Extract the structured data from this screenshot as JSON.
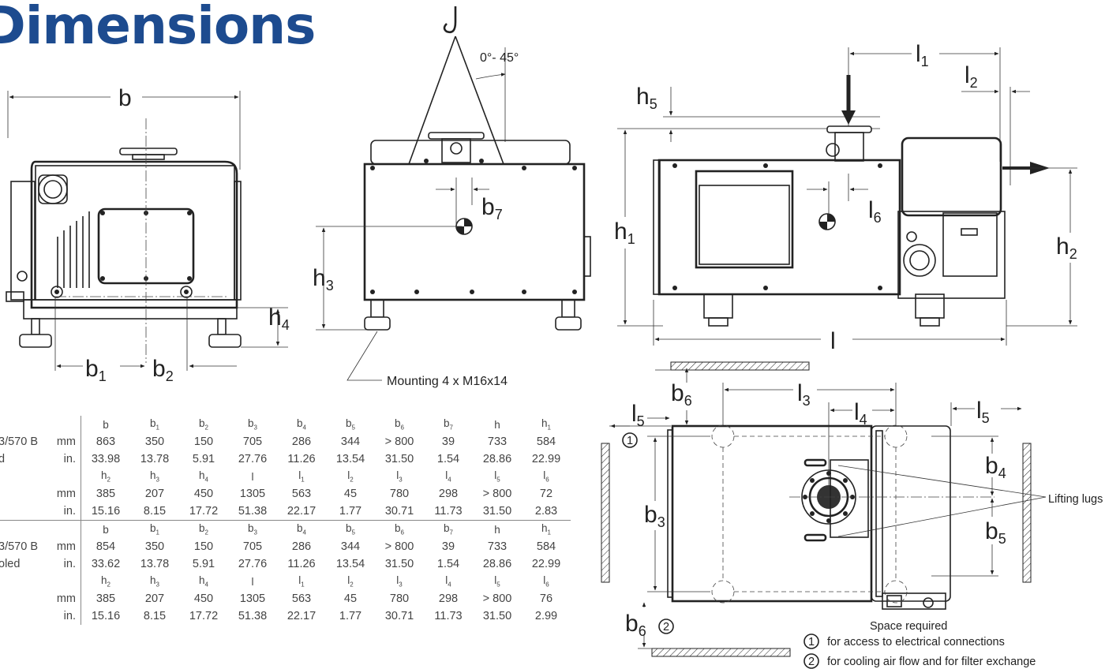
{
  "title": "Dimensions",
  "labels": {
    "b": "b",
    "b1": "b",
    "b2": "b",
    "b3": "b",
    "b4": "b",
    "b5": "b",
    "b6": "b",
    "b7": "b",
    "h1": "h",
    "h2": "h",
    "h3": "h",
    "h4": "h",
    "h5": "h",
    "l": "l",
    "l1": "l",
    "l2": "l",
    "l3": "l",
    "l4": "l",
    "l5": "l",
    "l6": "l",
    "s1": "1",
    "s2": "2",
    "s3": "3",
    "s4": "4",
    "s5": "5",
    "s6": "6",
    "s7": "7",
    "angle": "0°- 45°",
    "mounting": "Mounting 4 x M16x14",
    "lifting_lugs": "Lifting lugs",
    "circle1": "1",
    "circle2": "2",
    "space_required": "Space required",
    "note1": "for access to electrical connections",
    "note2": "for cooling air flow and for filter exchange"
  },
  "tables": [
    {
      "label_lines": [
        "3/570 B",
        "d"
      ],
      "head1": [
        "b",
        "b1",
        "b2",
        "b3",
        "b4",
        "b5",
        "b6",
        "b7",
        "h",
        "h1"
      ],
      "mm1": [
        "863",
        "350",
        "150",
        "705",
        "286",
        "344",
        "> 800",
        "39",
        "733",
        "584"
      ],
      "in1": [
        "33.98",
        "13.78",
        "5.91",
        "27.76",
        "11.26",
        "13.54",
        "31.50",
        "1.54",
        "28.86",
        "22.99"
      ],
      "head2": [
        "h2",
        "h3",
        "h4",
        "l",
        "l1",
        "l2",
        "l3",
        "l4",
        "l5",
        "l6"
      ],
      "mm2": [
        "385",
        "207",
        "450",
        "1305",
        "563",
        "45",
        "780",
        "298",
        "> 800",
        "72"
      ],
      "in2": [
        "15.16",
        "8.15",
        "17.72",
        "51.38",
        "22.17",
        "1.77",
        "30.71",
        "11.73",
        "31.50",
        "2.83"
      ]
    },
    {
      "label_lines": [
        "3/570 B",
        "oled"
      ],
      "head1": [
        "b",
        "b1",
        "b2",
        "b3",
        "b4",
        "b5",
        "b6",
        "b7",
        "h",
        "h1"
      ],
      "mm1": [
        "854",
        "350",
        "150",
        "705",
        "286",
        "344",
        "> 800",
        "39",
        "733",
        "584"
      ],
      "in1": [
        "33.62",
        "13.78",
        "5.91",
        "27.76",
        "11.26",
        "13.54",
        "31.50",
        "1.54",
        "28.86",
        "22.99"
      ],
      "head2": [
        "h2",
        "h3",
        "h4",
        "l",
        "l1",
        "l2",
        "l3",
        "l4",
        "l5",
        "l6"
      ],
      "mm2": [
        "385",
        "207",
        "450",
        "1305",
        "563",
        "45",
        "780",
        "298",
        "> 800",
        "76"
      ],
      "in2": [
        "15.16",
        "8.15",
        "17.72",
        "51.38",
        "22.17",
        "1.77",
        "30.71",
        "11.73",
        "31.50",
        "2.99"
      ]
    }
  ],
  "units": {
    "mm": "mm",
    "in": "in."
  }
}
